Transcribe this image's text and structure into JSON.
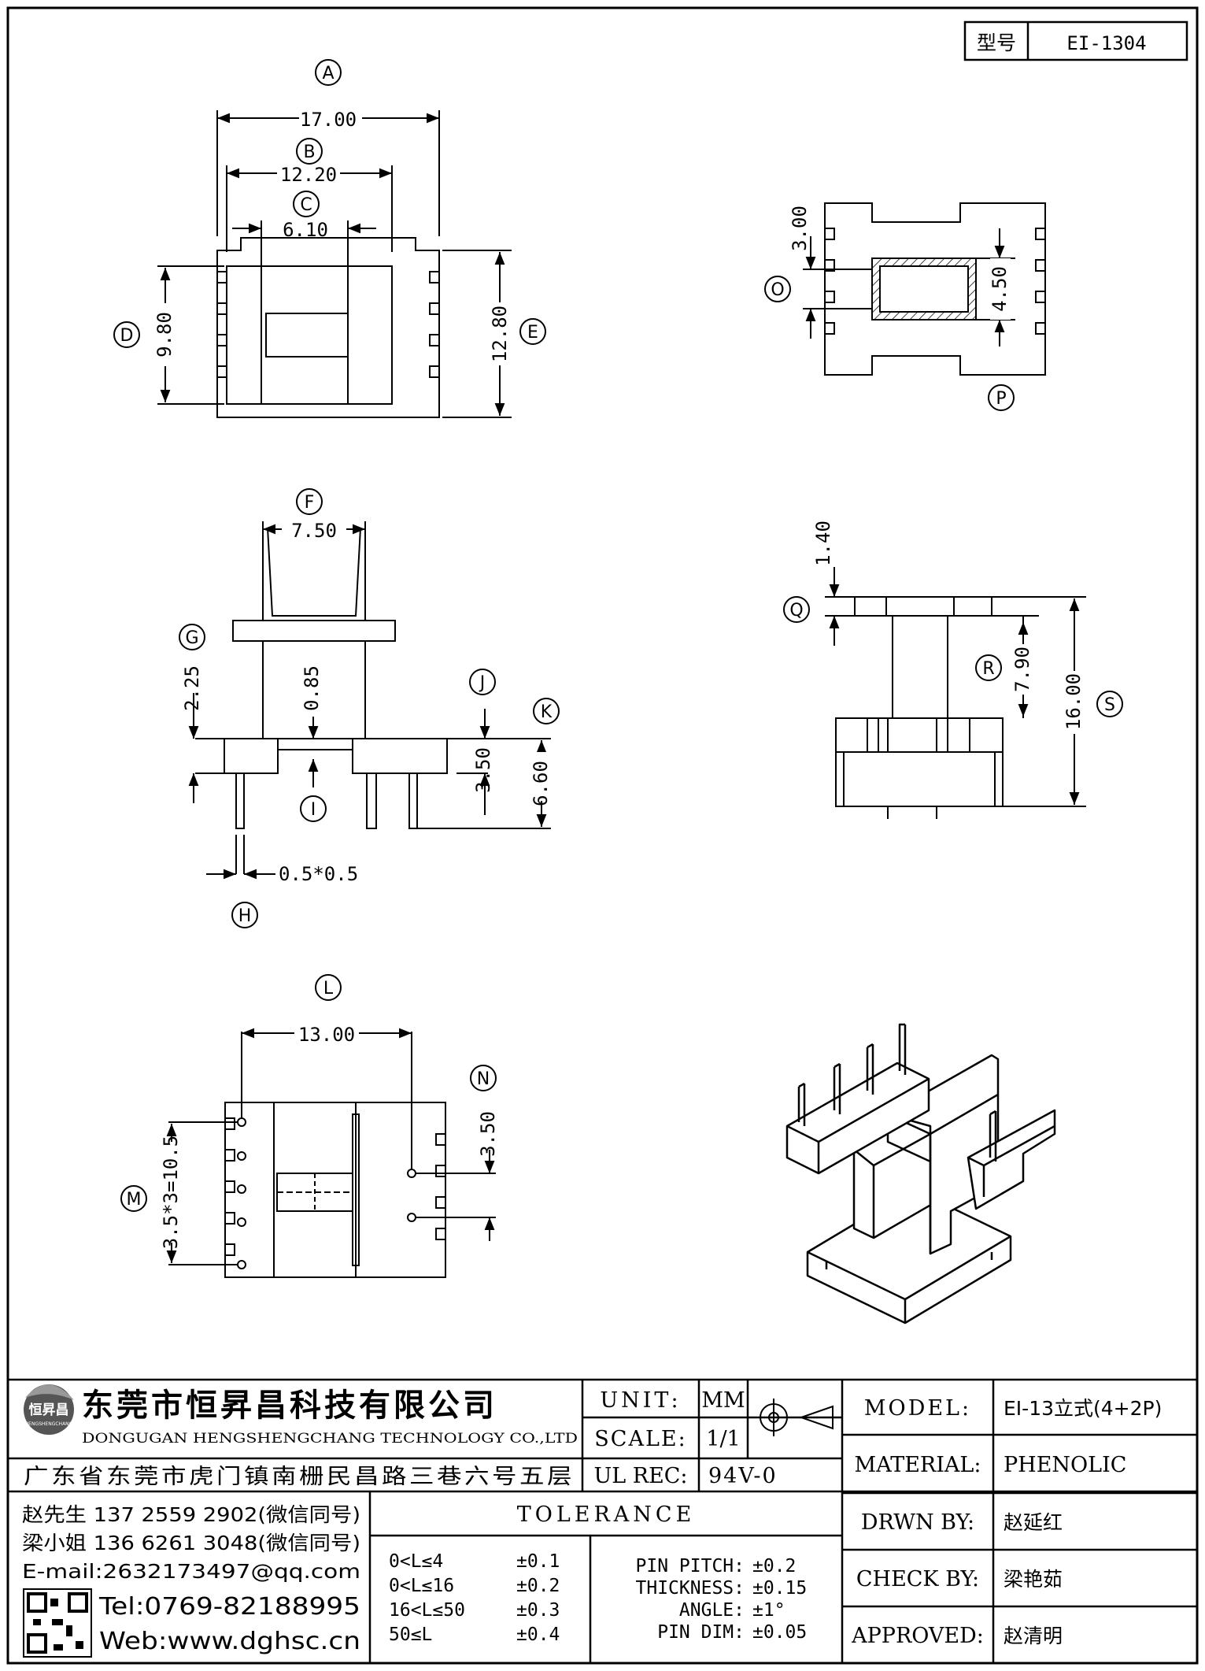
{
  "part_box": {
    "label": "型号",
    "value": "EI-1304"
  },
  "dimensions": {
    "A": "17.00",
    "B": "12.20",
    "C": "6.10",
    "D": "9.80",
    "E": "12.80",
    "F": "7.50",
    "G": "2.25",
    "G2": "0.85",
    "H": "0.5*0.5",
    "J": "3.50",
    "K": "6.60",
    "L": "13.00",
    "M": "3.5*3=10.5",
    "N": "3.50",
    "O": "3.00",
    "P": "4.50",
    "Q": "1.40",
    "R": "7.90",
    "S": "16.00"
  },
  "circle_labels": [
    "A",
    "B",
    "C",
    "D",
    "E",
    "F",
    "G",
    "H",
    "I",
    "J",
    "K",
    "L",
    "M",
    "N",
    "O",
    "P",
    "Q",
    "R",
    "S"
  ],
  "company": {
    "name_cn": "东莞市恒昇昌科技有限公司",
    "name_en": "DONGUGAN HENGSHENGCHANG TECHNOLOGY CO.,LTD",
    "address": "广东省东莞市虎门镇南栅民昌路三巷六号五层",
    "logo_text": "恒昇昌",
    "logo_sub": "HENGSHENGCHANG"
  },
  "spec": {
    "unit_label": "UNIT:",
    "unit_value": "MM",
    "scale_label": "SCALE:",
    "scale_value": "1/1",
    "ulrec_label": "UL REC:",
    "ulrec_value": "94V-0"
  },
  "info": {
    "model_label": "MODEL:",
    "model_value": "EI-13立式(4+2P)",
    "material_label": "MATERIAL:",
    "material_value": "PHENOLIC",
    "drawn_label": "DRWN BY:",
    "drawn_value": "赵延红",
    "check_label": "CHECK BY:",
    "check_value": "梁艳茹",
    "approved_label": "APPROVED:",
    "approved_value": "赵清明"
  },
  "contacts": {
    "line1": "赵先生 137 2559 2902(微信同号)",
    "line2": "梁小姐 136 6261 3048(微信同号)",
    "email": "E-mail:2632173497@qq.com",
    "tel": "Tel:0769-82188995",
    "web": "Web:www.dghsc.cn"
  },
  "tolerance": {
    "title": "TOLERANCE",
    "ranges": [
      {
        "range": "0<L≤4",
        "value": "±0.1"
      },
      {
        "range": "0<L≤16",
        "value": "±0.2"
      },
      {
        "range": "16<L≤50",
        "value": "±0.3"
      },
      {
        "range": "50≤L",
        "value": "±0.4"
      }
    ],
    "extra": [
      {
        "label": "PIN PITCH:",
        "value": "±0.2"
      },
      {
        "label": "THICKNESS:",
        "value": "±0.15"
      },
      {
        "label": "ANGLE:",
        "value": "±1°"
      },
      {
        "label": "PIN DIM:",
        "value": "±0.05"
      }
    ]
  }
}
